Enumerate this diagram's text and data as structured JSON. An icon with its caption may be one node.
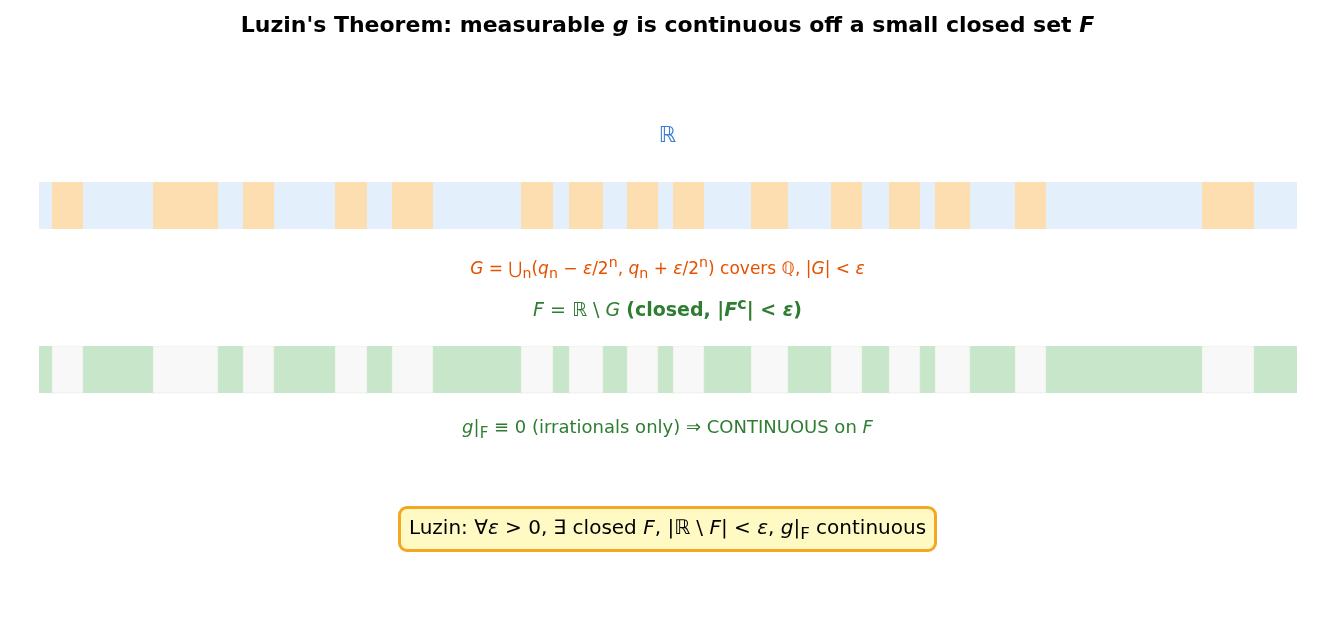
{
  "diagram": {
    "title": "Luzin's Theorem: measurable *g* is continuous off a small closed set *F*",
    "nodes": [
      {
        "text": [
          "Luzin: ∀*ε* > 0, ∃ closed *F*, |ℝ \\ *F*| < *ε*, *g*|$_{F}$ continuous"
        ]
      }
    ],
    "labels": [
      "ℝ",
      "*G* = ⋃$_{n}$(*q*$_{n}$ − *ε*/2$^{n}$, *q*$_{n}$ + *ε*/2$^{n}$) covers ℚ,  |*G*| < *ε*",
      "*F* = ℝ \\ *G* **(closed, |*F*$^{c}$| < *ε*)**",
      "*g*|$_{F}$ ≡ 0 (irrationals only) ⇒ CONTINUOUS on *F*"
    ]
  }
}
